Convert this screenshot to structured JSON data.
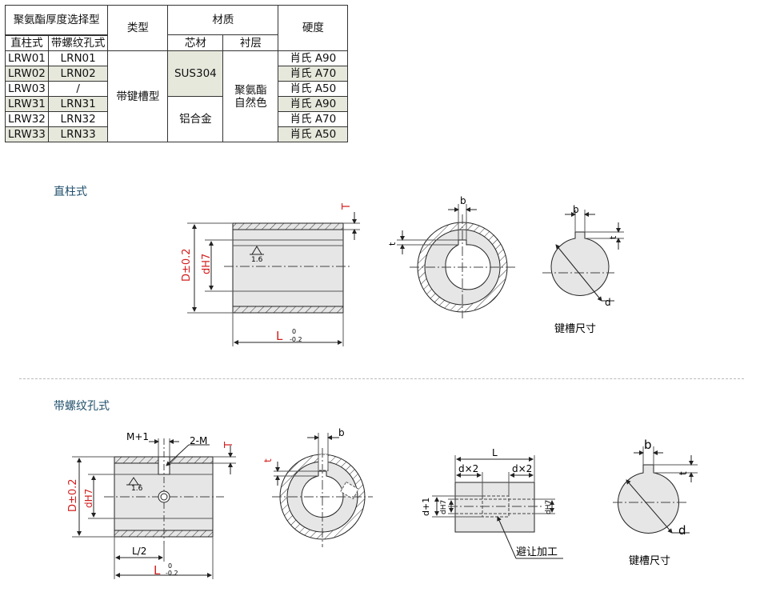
{
  "table": {
    "header_select": "聚氨酯厚度选择型",
    "header_straight": "直柱式",
    "header_threaded": "带螺纹孔式",
    "header_type": "类型",
    "header_material": "材质",
    "header_core": "芯材",
    "header_lining": "衬层",
    "header_hardness": "硬度",
    "type_value": "带键槽型",
    "core_sus": "SUS304",
    "core_al": "铝合金",
    "lining_value": "聚氨酯\n自然色",
    "rows": [
      {
        "straight": "LRW01",
        "threaded": "LRN01",
        "hardness": "肖氏 A90"
      },
      {
        "straight": "LRW02",
        "threaded": "LRN02",
        "hardness": "肖氏 A70"
      },
      {
        "straight": "LRW03",
        "threaded": "/",
        "hardness": "肖氏 A50"
      },
      {
        "straight": "LRW31",
        "threaded": "LRN31",
        "hardness": "肖氏 A90"
      },
      {
        "straight": "LRW32",
        "threaded": "LRN32",
        "hardness": "肖氏 A70"
      },
      {
        "straight": "LRW33",
        "threaded": "LRN33",
        "hardness": "肖氏 A50"
      }
    ]
  },
  "sections": {
    "straight_title": "直柱式",
    "threaded_title": "带螺纹孔式"
  },
  "labels": {
    "D_tol": "D±0.2",
    "dH7": "dH7",
    "T": "T",
    "L": "L",
    "L_tol_top": "0",
    "L_tol_bottom": "-0.2",
    "roughness": "1.6",
    "b": "b",
    "t": "t",
    "d": "d",
    "keyway_dims": "键槽尺寸",
    "M1": "M+1",
    "2M": "2-M",
    "L_half": "L/2",
    "dx2": "d×2",
    "d_plus_1": "d+1",
    "relief": "避让加工"
  }
}
